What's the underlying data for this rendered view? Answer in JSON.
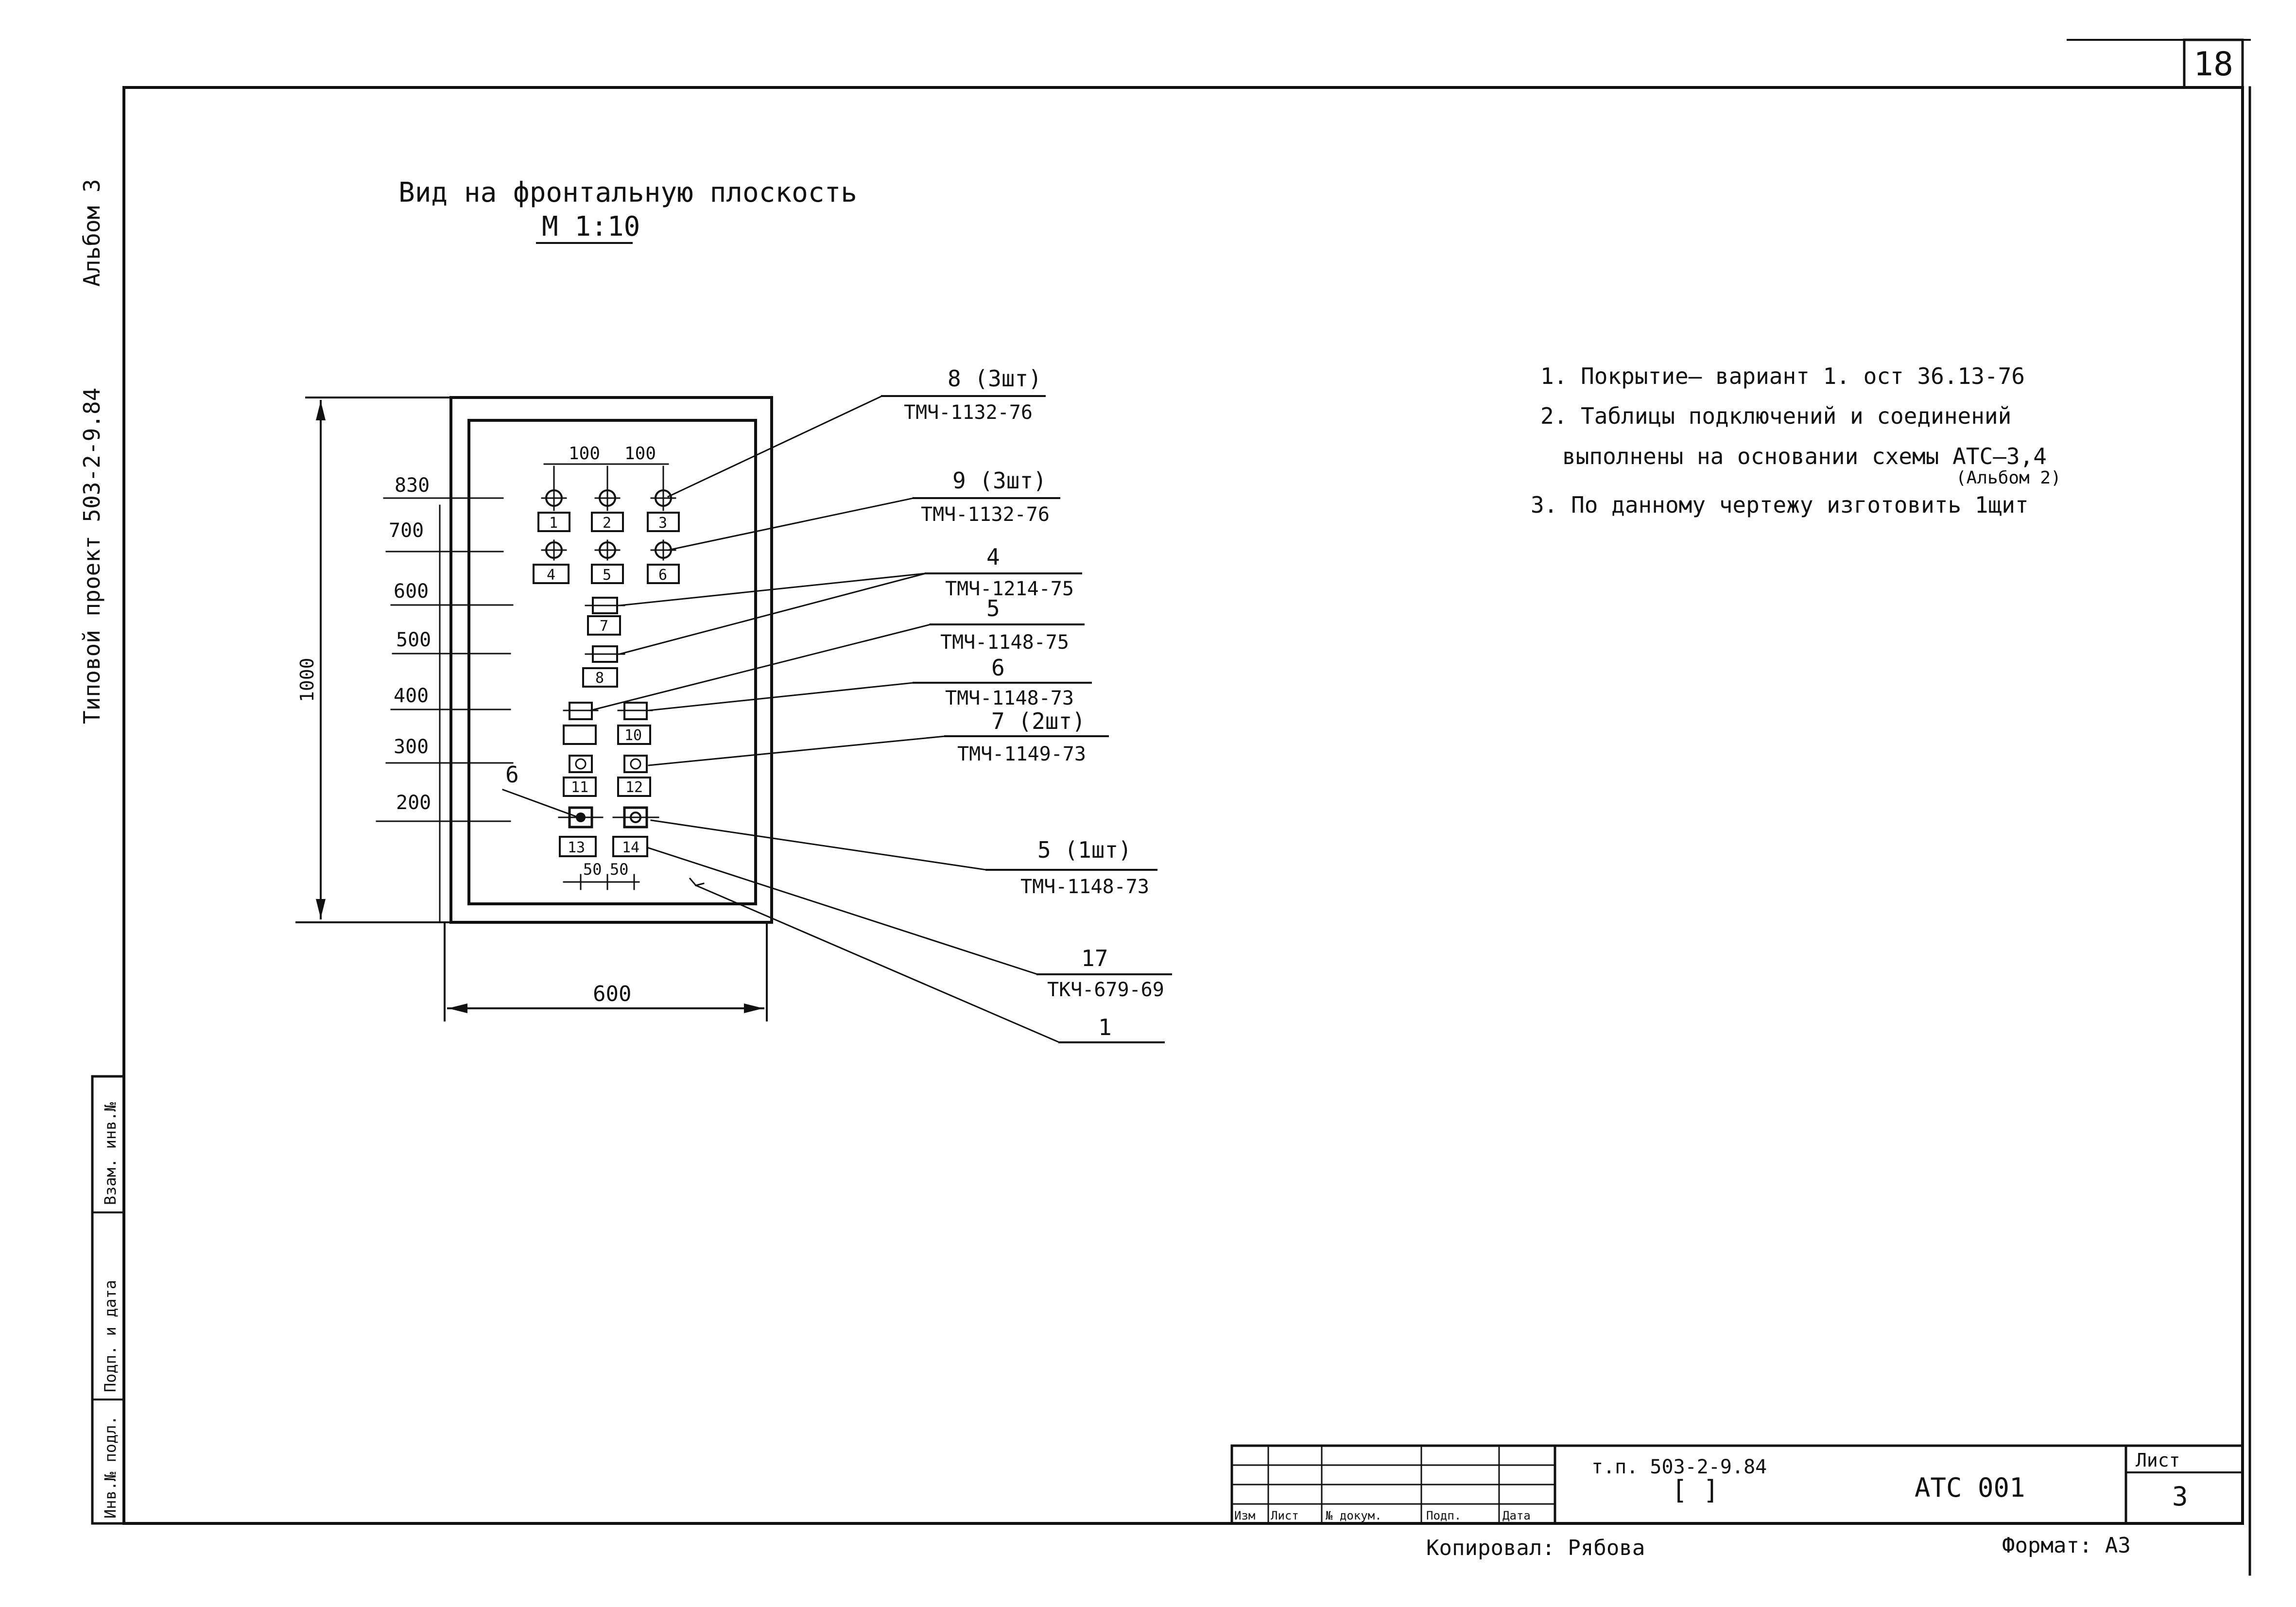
{
  "sheet_number": "18",
  "side_labels": {
    "project": "Типовой проект 503-2-9.84",
    "album": "Альбом 3"
  },
  "left_stamp_labels": [
    "Инв.№ подл.",
    "Подп. и дата",
    "Взам. инв.№"
  ],
  "title": "Вид на фронтальную плоскость",
  "scale": "М 1:10",
  "notes": [
    "1. Покрытие– вариант 1. ост 36.13-76",
    "2. Таблицы подключений и соединений",
    "выполнены на основании схемы АТС–3,4",
    "(Альбом 2)",
    "3. По данному чертежу изготовить 1щит"
  ],
  "dimensions": {
    "heights": [
      "830",
      "700",
      "600",
      "500",
      "400",
      "300",
      "200"
    ],
    "overall_height": "1000",
    "overall_width": "600",
    "top_spacing": [
      "100",
      "100"
    ],
    "bottom_spacing": [
      "50",
      "50"
    ]
  },
  "device_numbers": [
    "1",
    "2",
    "3",
    "4",
    "5",
    "6",
    "7",
    "8",
    "10",
    "11",
    "12",
    "13",
    "14"
  ],
  "callouts": [
    {
      "pos": "8 (3шт)",
      "ref": "ТМЧ-1132-76"
    },
    {
      "pos": "9 (3шт)",
      "ref": "ТМЧ-1132-76"
    },
    {
      "pos": "4",
      "ref": "ТМЧ-1214-75"
    },
    {
      "pos": "5",
      "ref": "ТМЧ-1148-75"
    },
    {
      "pos": "6",
      "ref": "ТМЧ-1148-73"
    },
    {
      "pos": "7 (2шт)",
      "ref": "ТМЧ-1149-73"
    },
    {
      "pos": "5 (1шт)",
      "ref": "ТМЧ-1148-73"
    },
    {
      "pos": "17",
      "ref": "ТКЧ-679-69"
    },
    {
      "pos": "1",
      "ref": ""
    }
  ],
  "left_callout": "6",
  "title_block": {
    "doc_code": "т.п. 503-2-9.84",
    "brackets": "[  ]",
    "designation": "АТС   001",
    "sheet_label": "Лист",
    "sheet_value": "3",
    "columns": [
      "Изм",
      "Лист",
      "№ докум.",
      "Подп.",
      "Дата"
    ],
    "copied_by": "Копировал: Рябова",
    "format": "Формат: А3"
  }
}
